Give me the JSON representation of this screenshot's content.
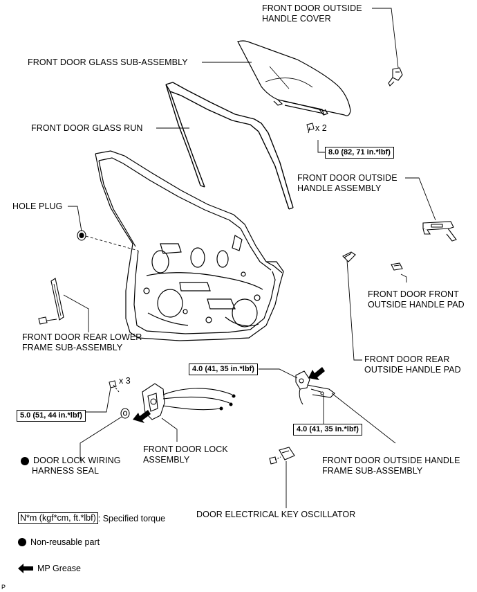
{
  "labels": {
    "outside_handle_cover": [
      "FRONT DOOR OUTSIDE",
      "HANDLE COVER"
    ],
    "glass_sub_assembly": "FRONT DOOR GLASS SUB-ASSEMBLY",
    "glass_run": "FRONT DOOR GLASS RUN",
    "outside_handle_assembly": [
      "FRONT DOOR OUTSIDE",
      "HANDLE ASSEMBLY"
    ],
    "hole_plug": "HOLE PLUG",
    "front_outside_handle_pad": [
      "FRONT DOOR FRONT",
      "OUTSIDE HANDLE PAD"
    ],
    "rear_lower_frame": [
      "FRONT DOOR REAR LOWER",
      "FRAME SUB-ASSEMBLY"
    ],
    "rear_outside_handle_pad": [
      "FRONT DOOR REAR",
      "OUTSIDE HANDLE PAD"
    ],
    "lock_assembly": [
      "FRONT DOOR LOCK",
      "ASSEMBLY"
    ],
    "wiring_harness_seal": [
      "DOOR LOCK WIRING",
      "HARNESS SEAL"
    ],
    "outside_handle_frame": [
      "FRONT DOOR OUTSIDE HANDLE",
      "FRAME SUB-ASSEMBLY"
    ],
    "key_oscillator": "DOOR ELECTRICAL KEY OSCILLATOR"
  },
  "torques": {
    "glass_bolts": "8.0 (82, 71 in.*lbf)",
    "handle_frame_upper": "4.0 (41, 35 in.*lbf)",
    "lock_screws": "5.0 (51, 44 in.*lbf)",
    "handle_frame_lower": "4.0 (41, 35 in.*lbf)"
  },
  "multipliers": {
    "glass_bolts": "x 2",
    "lock_screws": "x 3"
  },
  "legend": {
    "torque_box": "N*m (kgf*cm, ft.*lbf)",
    "torque_text": ": Specified torque",
    "non_reusable": "Non-reusable part",
    "grease": "MP Grease"
  },
  "footer": "P"
}
